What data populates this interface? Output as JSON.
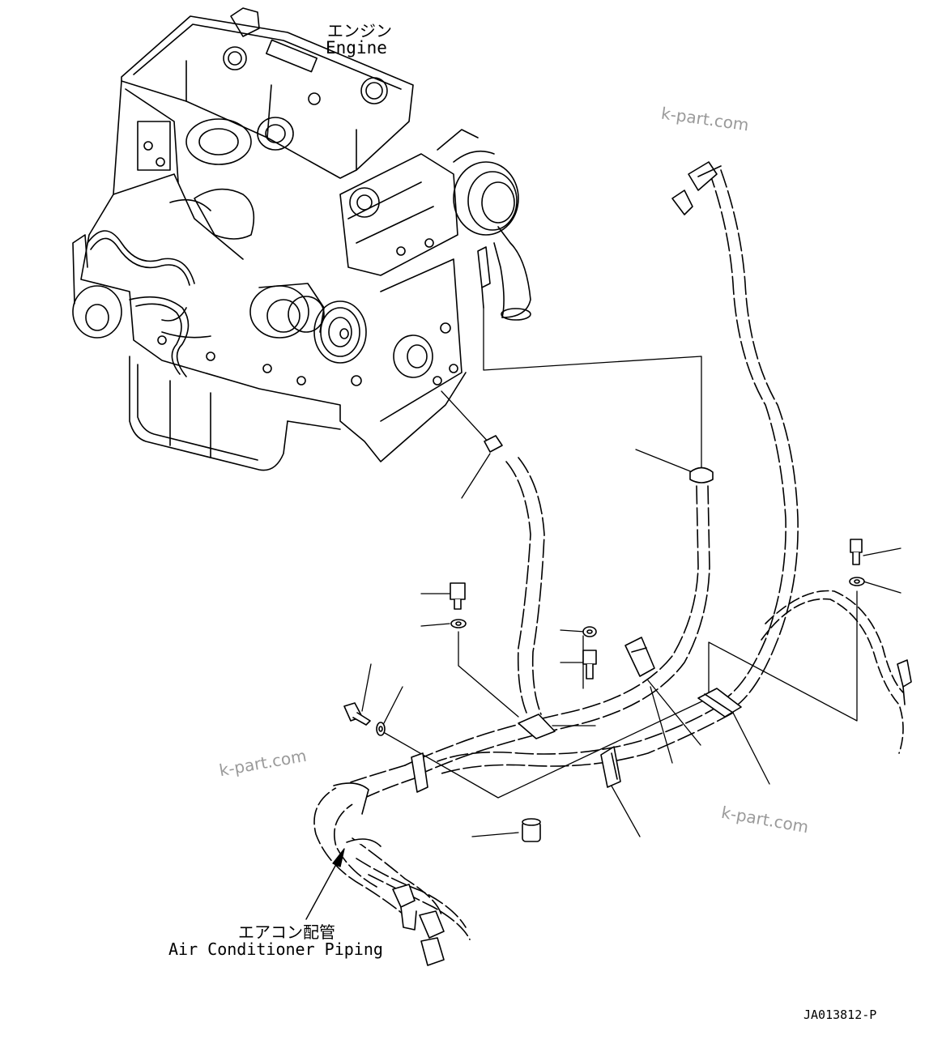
{
  "labels": {
    "engine_jp": "エンジン",
    "engine_en": "Engine",
    "piping_jp": "エアコン配管",
    "piping_en": "Air Conditioner Piping",
    "drawing_number": "JA013812-P"
  },
  "watermarks": [
    "k-part.com",
    "k-part.com",
    "k-part.com"
  ]
}
